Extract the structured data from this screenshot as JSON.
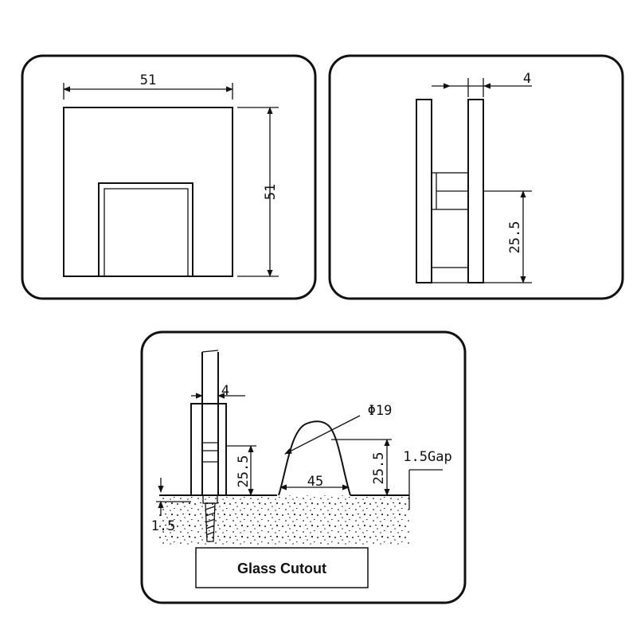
{
  "views": {
    "front": {
      "width_label": "51",
      "height_label": "51"
    },
    "side": {
      "gap_label": "4",
      "height_label": "25.5"
    },
    "section": {
      "thickness_label": "4",
      "clamp_height_label": "25.5",
      "base_offset_label": "1.5",
      "diameter_label": "Φ19",
      "cutout_height_label": "25.5",
      "gap_label": "1.5Gap",
      "base_width_label": "45",
      "caption": "Glass Cutout"
    }
  },
  "colors": {
    "ink": "#111111",
    "background": "#ffffff"
  }
}
